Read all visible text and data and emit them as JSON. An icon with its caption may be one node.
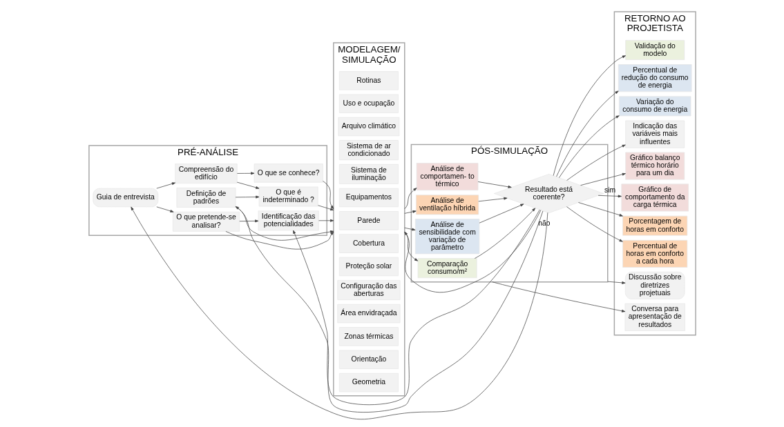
{
  "diagram": {
    "nodes": [
      {
        "text": [
          "PRÉ-ANÁLISE"
        ]
      },
      {
        "text": [
          "Definição de padrões"
        ],
        "in": 0
      },
      {
        "text": [
          "Guia de entrevista"
        ],
        "in": 0
      },
      {
        "text": [
          "Compreensão do edifício"
        ],
        "in": 0
      },
      {
        "text": [
          "O que é indeterminado ?"
        ],
        "in": 0
      },
      {
        "text": [
          "O que se conhece?"
        ],
        "in": 0
      },
      {
        "text": [
          "O que pretende-se analisar?"
        ],
        "in": 0
      },
      {
        "text": [
          "Identificação das potencialidades"
        ],
        "in": 0
      },
      {
        "text": [
          "MODELAGEM/ SIMULAÇÃO"
        ]
      },
      {
        "text": [
          "Geometria"
        ],
        "in": 8
      },
      {
        "text": [
          "Orientação"
        ],
        "in": 8
      },
      {
        "text": [
          "Zonas térmicas"
        ],
        "in": 8
      },
      {
        "text": [
          "Área envidraçada"
        ],
        "in": 8
      },
      {
        "text": [
          "Configuração das aberturas"
        ],
        "in": 8
      },
      {
        "text": [
          "Proteção solar"
        ],
        "in": 8
      },
      {
        "text": [
          "Cobertura"
        ],
        "in": 8
      },
      {
        "text": [
          "Parede"
        ],
        "in": 8
      },
      {
        "text": [
          "Equipamentos"
        ],
        "in": 8
      },
      {
        "text": [
          "Sistema de iluminação"
        ],
        "in": 8
      },
      {
        "text": [
          "Sistema de ar condicionado"
        ],
        "in": 8
      },
      {
        "text": [
          "Arquivo climático"
        ],
        "in": 8
      },
      {
        "text": [
          "Uso e ocupação"
        ],
        "in": 8
      },
      {
        "text": [
          "Rotinas"
        ],
        "in": 8
      },
      {
        "text": [
          "PÓS-SIMULAÇÃO"
        ]
      },
      {
        "text": [
          "Análise de comportamen- to térmico"
        ],
        "in": 23
      },
      {
        "text": [
          "Análise de sensibilidade com variação de parâmetro"
        ],
        "in": 23
      },
      {
        "text": [
          "Comparação consumo/m²"
        ],
        "in": 23
      },
      {
        "text": [
          "Análise de ventilação híbrida"
        ],
        "in": 23
      },
      {
        "text": [
          "Resultado está coerente?"
        ],
        "in": 23
      },
      {
        "text": [
          "RETORNO AO PROJETISTA"
        ]
      },
      {
        "text": [
          "Conversa para apresentação de resultados"
        ],
        "in": 29
      },
      {
        "text": [
          "Gráfico de comportamento da carga térmica"
        ],
        "in": 29
      },
      {
        "text": [
          "Gráfico balanço térmico horário para um dia"
        ],
        "in": 29
      },
      {
        "text": [
          "Indicação das variáveis mais influentes"
        ],
        "in": 29
      },
      {
        "text": [
          "Variação do consumo de energia"
        ],
        "in": 29
      },
      {
        "text": [
          "Percentual de redução do consumo de energia"
        ],
        "in": 29
      },
      {
        "text": [
          "Validação do modelo"
        ],
        "in": 29
      },
      {
        "text": [
          "Percentual de horas em conforto a cada hora"
        ],
        "in": 29
      },
      {
        "text": [
          "Porcentagem de horas em conforto"
        ],
        "in": 29
      },
      {
        "text": [
          "Discussão sobre diretrizes projetuais"
        ],
        "in": 29
      }
    ],
    "edges": [
      {
        "from": 28,
        "to": 1,
        "arrow": "to",
        "label": "não"
      },
      {
        "from": 28,
        "to": 2,
        "arrow": "to"
      },
      {
        "from": 28,
        "to": 7,
        "arrow": "to"
      },
      {
        "from": 28,
        "to": 8,
        "arrow": "to"
      },
      {
        "from": 1,
        "to": 8,
        "arrow": "to"
      },
      {
        "from": 1,
        "to": 4,
        "arrow": "to"
      },
      {
        "from": 2,
        "to": 3,
        "arrow": "to"
      },
      {
        "from": 2,
        "to": 6,
        "arrow": "to"
      },
      {
        "from": 3,
        "to": 4,
        "arrow": "to"
      },
      {
        "from": 3,
        "to": 5,
        "arrow": "to"
      },
      {
        "from": 4,
        "to": 8,
        "arrow": "to"
      },
      {
        "from": 5,
        "to": 8,
        "arrow": "to"
      },
      {
        "from": 6,
        "to": 8,
        "arrow": "to"
      },
      {
        "from": 6,
        "to": 7,
        "arrow": "to"
      },
      {
        "from": 7,
        "to": 8,
        "arrow": "to"
      },
      {
        "from": 8,
        "to": 24,
        "arrow": "to"
      },
      {
        "from": 8,
        "to": 25,
        "arrow": "to"
      },
      {
        "from": 8,
        "to": 26,
        "arrow": "to"
      },
      {
        "from": 8,
        "to": 27,
        "arrow": "to"
      },
      {
        "from": 24,
        "to": 28,
        "arrow": "to"
      },
      {
        "from": 25,
        "to": 28,
        "arrow": "to"
      },
      {
        "from": 26,
        "to": 28,
        "arrow": "to"
      },
      {
        "from": 27,
        "to": 28,
        "arrow": "to"
      },
      {
        "from": 23,
        "to": 30,
        "arrow": "to"
      },
      {
        "from": 28,
        "to": 31,
        "arrow": "to",
        "label": "sim"
      },
      {
        "from": 28,
        "to": 32,
        "arrow": "to"
      },
      {
        "from": 28,
        "to": 33,
        "arrow": "to"
      },
      {
        "from": 28,
        "to": 34,
        "arrow": "to"
      },
      {
        "from": 28,
        "to": 35,
        "arrow": "to"
      },
      {
        "from": 28,
        "to": 36,
        "arrow": "to"
      },
      {
        "from": 28,
        "to": 37,
        "arrow": "to"
      },
      {
        "from": 28,
        "to": 38,
        "arrow": "to"
      },
      {
        "from": 23,
        "to": 39,
        "arrow": "to"
      }
    ]
  }
}
